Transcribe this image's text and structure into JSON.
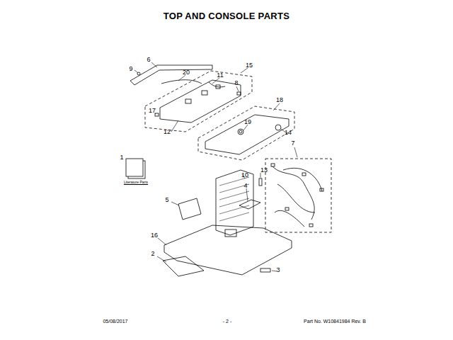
{
  "diagram": {
    "title": "TOP AND CONSOLE PARTS",
    "labels": [
      "6",
      "9",
      "20",
      "11",
      "15",
      "8",
      "17",
      "18",
      "12",
      "19",
      "14",
      "7",
      "1",
      "Literature Parts",
      "13",
      "10",
      "4",
      "5",
      "16",
      "2",
      "3",
      "05/08/2017",
      "- 2 -",
      "Part No. W10841984  Rev. B"
    ]
  }
}
